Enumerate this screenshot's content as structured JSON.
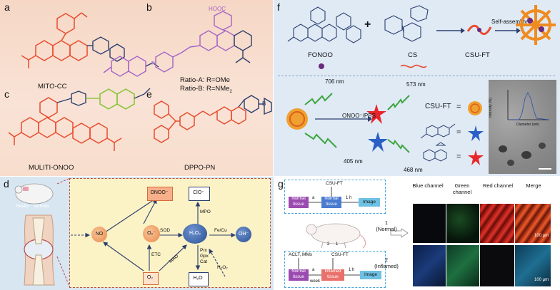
{
  "panels": {
    "a": {
      "label": "a",
      "name": "MITO-CC"
    },
    "b": {
      "label": "b",
      "line1": "Ratio-A: R=OMe",
      "line2": "Ratio-B: R=NMe",
      "line2_sub": "2",
      "r_label": "R",
      "acid": "HOOC"
    },
    "c": {
      "label": "c",
      "name": "MULITI-ONOO"
    },
    "e": {
      "label": "e",
      "name": "DPPO-PN",
      "boron": "B"
    },
    "f": {
      "label": "f",
      "fonoo": "FONOO",
      "cs": "CS",
      "csuft": "CSU-FT",
      "self_assembly": "Self-assembly",
      "plus": "+",
      "nm706": "706 nm",
      "nm573": "573 nm",
      "nm405": "405 nm",
      "nm468": "468 nm",
      "onoo_pbs": "ONOO⁻/PBS",
      "csuft_eq": "CSU-FT",
      "eq": "=",
      "tem_ylabel": "Intensity (%)",
      "tem_xlabel": "Diameter (nm)",
      "tem_yticks": [
        "25",
        "20",
        "15",
        "10",
        "5",
        "0"
      ],
      "tem_xticks": [
        "0",
        "20",
        "40",
        "60"
      ]
    },
    "d": {
      "label": "d",
      "healthy": "Health",
      "arthritis": "arthritis",
      "nodes": {
        "onoo": "ONOO⁻",
        "clo": "ClO⁻",
        "no": "NO",
        "o2m": "O₂⁻",
        "h2o2": "H₂O₂",
        "oh": "OH⁻",
        "o2": "O₂",
        "h2o": "H₂O"
      },
      "edges": {
        "sod": "SOD",
        "mpo": "MPO",
        "fecu": "Fe/Cu",
        "etc": "ETC",
        "mao": "MAO",
        "prx": "Prx",
        "gpx": "Gpx",
        "cat": "Cat",
        "h2o2b": "H₂O₂"
      }
    },
    "g": {
      "label": "g",
      "top": {
        "csuft": "CSU-FT",
        "normal1": "Normal",
        "tissue1": "tissue",
        "a": "a",
        "normal2": "Normal",
        "tissue2": "tissue",
        "oneh": "1 h",
        "image": "Image"
      },
      "bottom": {
        "aclt": "ACLT, MMx",
        "csuft": "CSU-FT",
        "normal": "Normal",
        "tissue": "tissue",
        "a": "a",
        "week": "week",
        "inflamed": "Inflamed",
        "tissue2": "tissue",
        "oneh": "1 h",
        "image": "Image"
      },
      "mouse_marks": [
        "1",
        "2"
      ],
      "row1": "1",
      "row1_sub": "(Normal)",
      "row2": "2",
      "row2_sub": "(Inflamed)",
      "channels": [
        "Blue channel",
        "Green channel",
        "Red channel",
        "Merge"
      ],
      "scalebar": "100 μm"
    }
  },
  "colors": {
    "peach": "#f6d4c3",
    "blueish": "#dde9f4",
    "cream": "#fbf2c5",
    "d_border": "#5b7fb8",
    "red_struct": "#e84b2e",
    "purple": "#a363c6",
    "navy": "#2c3f6e",
    "green_struct": "#8cc63f"
  }
}
